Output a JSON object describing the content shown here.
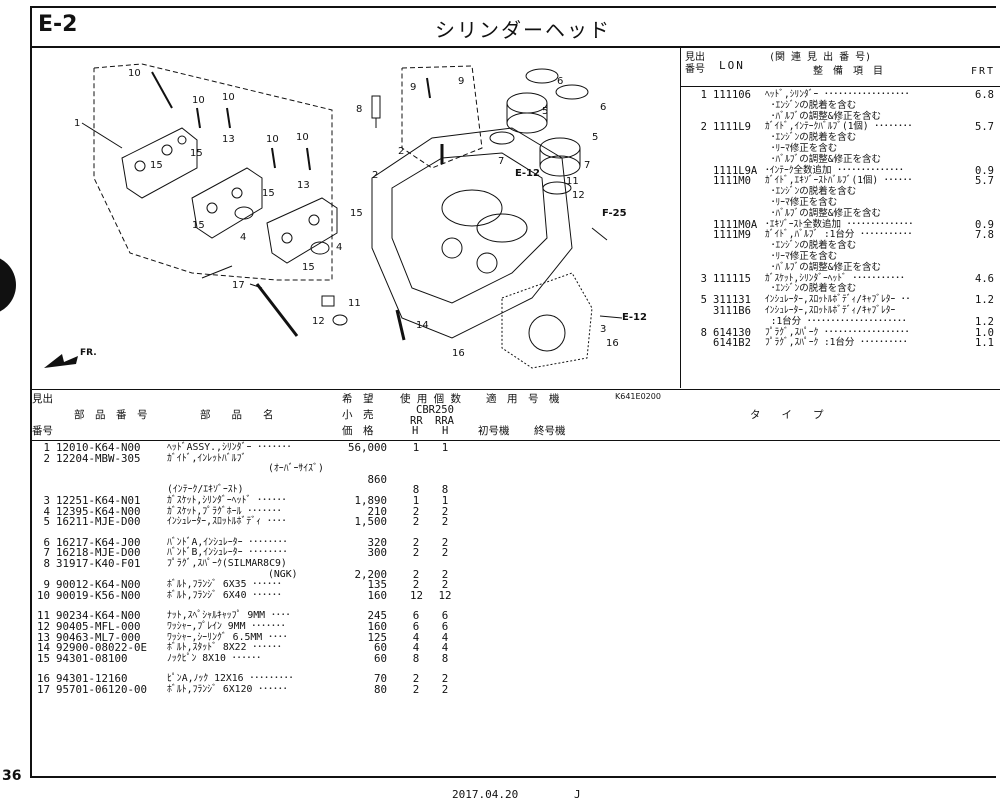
{
  "header": {
    "section_code": "E-2",
    "title": "シリンダーヘッド"
  },
  "page_number": "36",
  "footer": {
    "date": "2017.04.20",
    "code": "J"
  },
  "diagram": {
    "code": "K641E0200",
    "refs": {
      "e12_upper": "E-12",
      "e12_lower": "E-12",
      "f25": "F-25",
      "front": "FR."
    },
    "callouts": {
      "c10a": "10",
      "c10b": "10",
      "c10c": "10",
      "c10d": "10",
      "c10e": "10",
      "c1": "1",
      "c13a": "13",
      "c13b": "13",
      "c15a": "15",
      "c15b": "15",
      "c15c": "15",
      "c15d": "15",
      "c15e": "15",
      "c15f": "15",
      "c4a": "4",
      "c4b": "4",
      "c8": "8",
      "c9a": "9",
      "c9b": "9",
      "c2a": "2",
      "c2b": "2",
      "c6a": "6",
      "c6b": "6",
      "c5a": "5",
      "c5b": "5",
      "c7a": "7",
      "c7b": "7",
      "c11a": "11",
      "c11b": "11",
      "c12a": "12",
      "c12b": "12",
      "c17": "17",
      "c14": "14",
      "c3": "3",
      "c16a": "16",
      "c16b": "16"
    }
  },
  "right_table": {
    "headers": {
      "ref_no_top": "見出",
      "ref_no_bottom": "番号",
      "lon": "LON",
      "related_top": "(関 連 見 出 番 号)",
      "related_bottom": "整　備　項　目",
      "frt": "FRT"
    },
    "rows": [
      {
        "no": "1",
        "lon": "111106",
        "desc": "ﾍｯﾄﾞ,ｼﾘﾝﾀﾞｰ ･･････････････････",
        "frt": "6.8"
      },
      {
        "no": "",
        "lon": "",
        "desc": " ･ｴﾝｼﾞﾝの脱着を含む",
        "frt": ""
      },
      {
        "no": "",
        "lon": "",
        "desc": " ･ﾊﾞﾙﾌﾞの調整&修正を含む",
        "frt": ""
      },
      {
        "no": "2",
        "lon": "1111L9",
        "desc": "ｶﾞｲﾄﾞ,ｲﾝﾃｰｸﾊﾞﾙﾌﾞ(1個) ････････",
        "frt": "5.7"
      },
      {
        "no": "",
        "lon": "",
        "desc": " ･ｴﾝｼﾞﾝの脱着を含む",
        "frt": ""
      },
      {
        "no": "",
        "lon": "",
        "desc": " ･ﾘｰﾏ修正を含む",
        "frt": ""
      },
      {
        "no": "",
        "lon": "",
        "desc": " ･ﾊﾞﾙﾌﾞの調整&修正を含む",
        "frt": ""
      },
      {
        "no": "",
        "lon": "1111L9A",
        "desc": "･ｲﾝﾃｰｸ全数追加 ･･････････････",
        "frt": "0.9"
      },
      {
        "no": "",
        "lon": "1111M0",
        "desc": "ｶﾞｲﾄﾞ,ｴｷｿﾞｰｽﾄﾊﾞﾙﾌﾞ(1個) ･･････",
        "frt": "5.7"
      },
      {
        "no": "",
        "lon": "",
        "desc": " ･ｴﾝｼﾞﾝの脱着を含む",
        "frt": ""
      },
      {
        "no": "",
        "lon": "",
        "desc": " ･ﾘｰﾏ修正を含む",
        "frt": ""
      },
      {
        "no": "",
        "lon": "",
        "desc": " ･ﾊﾞﾙﾌﾞの調整&修正を含む",
        "frt": ""
      },
      {
        "no": "",
        "lon": "1111M0A",
        "desc": "･ｴｷｿﾞｰｽﾄ全数追加 ･･････････････",
        "frt": "0.9"
      },
      {
        "no": "",
        "lon": "1111M9",
        "desc": "ｶﾞｲﾄﾞ,ﾊﾞﾙﾌﾞ :1台分 ･･･････････",
        "frt": "7.8"
      },
      {
        "no": "",
        "lon": "",
        "desc": " ･ｴﾝｼﾞﾝの脱着を含む",
        "frt": ""
      },
      {
        "no": "",
        "lon": "",
        "desc": " ･ﾘｰﾏ修正を含む",
        "frt": ""
      },
      {
        "no": "",
        "lon": "",
        "desc": " ･ﾊﾞﾙﾌﾞの調整&修正を含む",
        "frt": ""
      },
      {
        "no": "3",
        "lon": "111115",
        "desc": "ｶﾞｽｹｯﾄ,ｼﾘﾝﾀﾞｰﾍｯﾄﾞ ･･･････････",
        "frt": "4.6"
      },
      {
        "no": "",
        "lon": "",
        "desc": " ･ｴﾝｼﾞﾝの脱着を含む",
        "frt": ""
      },
      {
        "no": "5",
        "lon": "311131",
        "desc": "ｲﾝｼｭﾚｰﾀｰ,ｽﾛｯﾄﾙﾎﾞﾃﾞｨ/ｷｬﾌﾞﾚﾀｰ ･･",
        "frt": "1.2"
      },
      {
        "no": "",
        "lon": "3111B6",
        "desc": "ｲﾝｼｭﾚｰﾀｰ,ｽﾛｯﾄﾙﾎﾞﾃﾞｨ/ｷｬﾌﾞﾚﾀｰ",
        "frt": ""
      },
      {
        "no": "",
        "lon": "",
        "desc": " :1台分 ･････････････････････",
        "frt": "1.2"
      },
      {
        "no": "8",
        "lon": "614130",
        "desc": "ﾌﾟﾗｸﾞ,ｽﾊﾟｰｸ ･･････････････････",
        "frt": "1.0"
      },
      {
        "no": "",
        "lon": "6141B2",
        "desc": "ﾌﾟﾗｸﾞ,ｽﾊﾟｰｸ :1台分 ･･････････",
        "frt": "1.1"
      }
    ]
  },
  "parts_table": {
    "headers": {
      "ref_top": "見出",
      "ref_bottom": "番号",
      "part_no": "部　品　番　号",
      "part_name": "部　　品　　名",
      "price_1": "希　望",
      "price_2": "小　売",
      "price_3": "価　格",
      "qty_title": "使 用 個 数",
      "model": "CBR250",
      "col_rr_1": "RR",
      "col_rr_2": "H",
      "col_rra_1": "RRA",
      "col_rra_2": "H",
      "applicable": "適　用　号　機",
      "first": "初号機",
      "last": "終号機",
      "type": "タ　　イ　　プ"
    },
    "groups": [
      [
        {
          "no": "1",
          "part_no": "12010-K64-N00",
          "name": "ﾍｯﾄﾞASSY.,ｼﾘﾝﾀﾞｰ ･･･････",
          "price": "56,000",
          "rr": "1",
          "rra": "1"
        },
        {
          "no": "2",
          "part_no": "12204-MBW-305",
          "name": "ｶﾞｲﾄﾞ,ｲﾝﾚｯﾄﾊﾞﾙﾌﾞ",
          "price": "",
          "rr": "",
          "rra": ""
        },
        {
          "no": "",
          "part_no": "",
          "name": "",
          "extra": "(ｵｰﾊﾞｰｻｲｽﾞ)",
          "price": "",
          "rr": "",
          "rra": ""
        },
        {
          "no": "",
          "part_no": "",
          "name": "",
          "price": "860",
          "rr": "",
          "rra": ""
        },
        {
          "no": "",
          "part_no": "",
          "name": "(ｲﾝﾃｰｸ/ｴｷｿﾞｰｽﾄ)",
          "price": "",
          "rr": "8",
          "rra": "8"
        },
        {
          "no": "3",
          "part_no": "12251-K64-N01",
          "name": "ｶﾞｽｹｯﾄ,ｼﾘﾝﾀﾞｰﾍｯﾄﾞ ･･････",
          "price": "1,890",
          "rr": "1",
          "rra": "1"
        },
        {
          "no": "4",
          "part_no": "12395-K64-N00",
          "name": "ｶﾞｽｹｯﾄ,ﾌﾟﾗｸﾞﾎｰﾙ ･･･････",
          "price": "210",
          "rr": "2",
          "rra": "2"
        },
        {
          "no": "5",
          "part_no": "16211-MJE-D00",
          "name": "ｲﾝｼｭﾚｰﾀｰ,ｽﾛｯﾄﾙﾎﾞﾃﾞｨ ････",
          "price": "1,500",
          "rr": "2",
          "rra": "2"
        }
      ],
      [
        {
          "no": "6",
          "part_no": "16217-K64-J00",
          "name": "ﾊﾞﾝﾄﾞA,ｲﾝｼｭﾚｰﾀｰ ････････",
          "price": "320",
          "rr": "2",
          "rra": "2"
        },
        {
          "no": "7",
          "part_no": "16218-MJE-D00",
          "name": "ﾊﾞﾝﾄﾞB,ｲﾝｼｭﾚｰﾀｰ ････････",
          "price": "300",
          "rr": "2",
          "rra": "2"
        },
        {
          "no": "8",
          "part_no": "31917-K40-F01",
          "name": "ﾌﾟﾗｸﾞ,ｽﾊﾟｰｸ(SILMAR8C9)",
          "price": "",
          "rr": "",
          "rra": ""
        },
        {
          "no": "",
          "part_no": "",
          "name": "",
          "extra": "(NGK)",
          "price": "2,200",
          "rr": "2",
          "rra": "2"
        },
        {
          "no": "9",
          "part_no": "90012-K64-N00",
          "name": "ﾎﾞﾙﾄ,ﾌﾗﾝｼﾞ 6X35 ･･････",
          "price": "135",
          "rr": "2",
          "rra": "2"
        },
        {
          "no": "10",
          "part_no": "90019-K56-N00",
          "name": "ﾎﾞﾙﾄ,ﾌﾗﾝｼﾞ 6X40 ･･････",
          "price": "160",
          "rr": "12",
          "rra": "12"
        }
      ],
      [
        {
          "no": "11",
          "part_no": "90234-K64-N00",
          "name": "ﾅｯﾄ,ｽﾍﾟｼｬﾙｷｬｯﾌﾟ 9MM ････",
          "price": "245",
          "rr": "6",
          "rra": "6"
        },
        {
          "no": "12",
          "part_no": "90405-MFL-000",
          "name": "ﾜｯｼｬｰ,ﾌﾟﾚｲﾝ 9MM ･･･････",
          "price": "160",
          "rr": "6",
          "rra": "6"
        },
        {
          "no": "13",
          "part_no": "90463-ML7-000",
          "name": "ﾜｯｼｬｰ,ｼｰﾘﾝｸﾞ 6.5MM ････",
          "price": "125",
          "rr": "4",
          "rra": "4"
        },
        {
          "no": "14",
          "part_no": "92900-08022-0E",
          "name": "ﾎﾞﾙﾄ,ｽﾀｯﾄﾞ 8X22 ･･････",
          "price": "60",
          "rr": "4",
          "rra": "4"
        },
        {
          "no": "15",
          "part_no": "94301-08100",
          "name": "ﾉｯｸﾋﾟﾝ 8X10 ･･････",
          "price": "60",
          "rr": "8",
          "rra": "8"
        }
      ],
      [
        {
          "no": "16",
          "part_no": "94301-12160",
          "name": "ﾋﾟﾝA,ﾉｯｸ 12X16 ･････････",
          "price": "70",
          "rr": "2",
          "rra": "2"
        },
        {
          "no": "17",
          "part_no": "95701-06120-00",
          "name": "ﾎﾞﾙﾄ,ﾌﾗﾝｼﾞ 6X120 ･･････",
          "price": "80",
          "rr": "2",
          "rra": "2"
        }
      ]
    ]
  }
}
